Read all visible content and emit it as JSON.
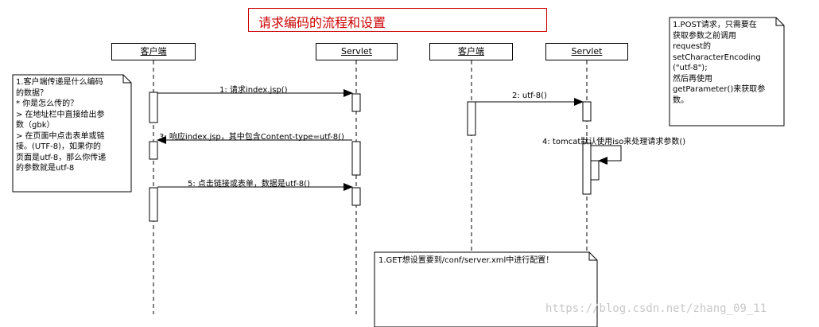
{
  "title": "请求编码的流程和设置",
  "actors": [
    "客户端",
    "Servlet",
    "客户端",
    "Servlet"
  ],
  "messages": {
    "m1": "1: 请求index.jsp()",
    "m2": "2: utf-8()",
    "m3": "3: 响应index.jsp，其中包含Content-type=utf-8()",
    "m4": "4: tomcat默认使用iso来处理请求参数()",
    "m5": "5: 点击链接或表单，数据是utf-8()"
  },
  "notes": {
    "left": [
      "1.客户端传递是什么编码",
      "的数据？",
      "* 你是怎么传的？",
      "> 在地址栏中直接给出参",
      "数（gbk）",
      "> 在页面中点击表单或链",
      "接。(UTF-8)，如果你的",
      "页面是utf-8，那么你传递",
      "的参数就是utf-8"
    ],
    "right": [
      "1.POST请求，只需要在",
      "获取参数之前调用",
      "request的",
      "setCharacterEncoding",
      "(\"utf-8\");",
      "然后再使用",
      "getParameter()来获取参",
      "数。"
    ],
    "bottom": "1.GET想设置要到/conf/server.xml中进行配置！"
  },
  "watermark": "https://blog.csdn.net/zhang_09_11"
}
